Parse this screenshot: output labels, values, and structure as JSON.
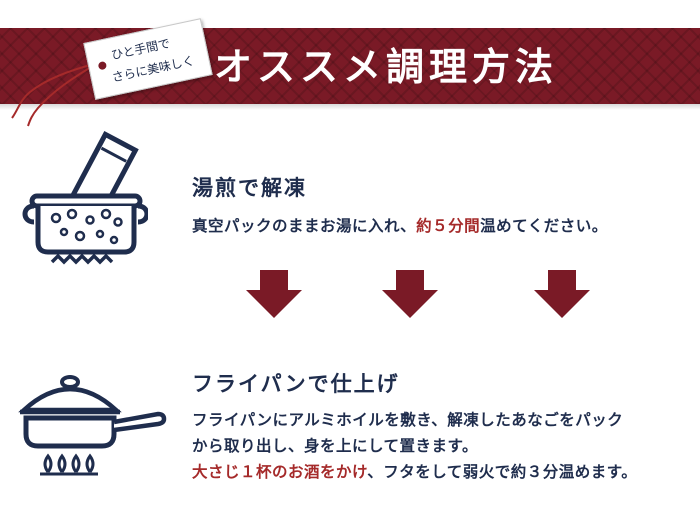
{
  "banner": {
    "title": "オススメ調理方法",
    "tag_line1": "ひと手間で",
    "tag_line2": "さらに美味しく"
  },
  "step1": {
    "heading": "湯煎で解凍",
    "text_before": "真空パックのままお湯に入れ、",
    "text_highlight": "約５分間",
    "text_after": "温めてください。"
  },
  "step2": {
    "heading": "フライパンで仕上げ",
    "line1": "フライパンにアルミホイルを敷き、解凍したあなごをパック",
    "line2": "から取り出し、身を上にして置きます。",
    "line3_highlight": "大さじ１杯のお酒をかけ",
    "line3_rest": "、フタをして弱火で約３分温めます。"
  },
  "colors": {
    "banner": "#7a1a26",
    "navy": "#1f2d4d",
    "accent_red": "#a52a2a",
    "arrow": "#7a1a26"
  },
  "icons": [
    "string-decoration",
    "pot-with-pack-icon",
    "frying-pan-with-lid-icon",
    "down-arrow-icon"
  ]
}
